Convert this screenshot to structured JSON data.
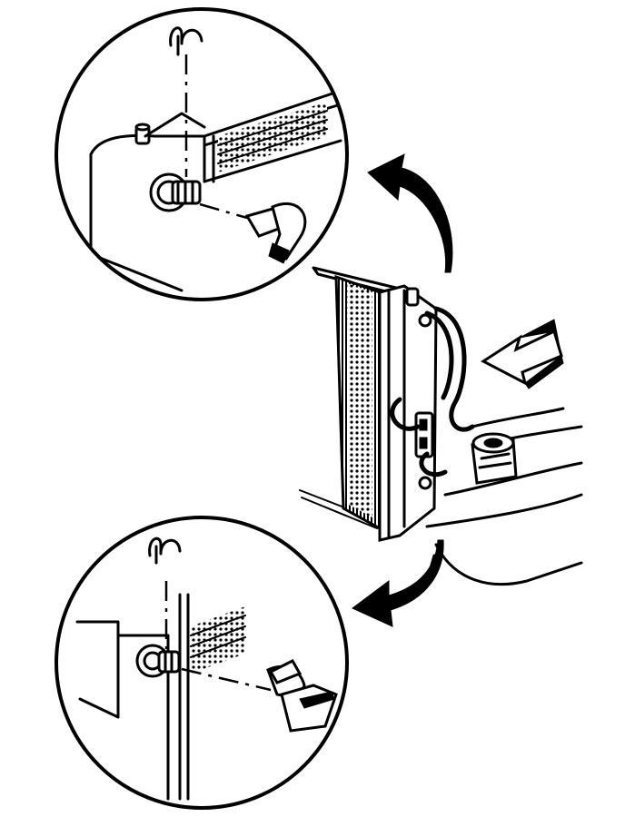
{
  "diagram": {
    "colors": {
      "ink": "#000000",
      "paper": "#ffffff"
    },
    "parts": [
      "upper-detail-callout",
      "lower-detail-callout",
      "radiator",
      "coolant-reservoir",
      "upper-hose-connector",
      "lower-hose-connector",
      "retaining-clip",
      "upper-removal-arrow",
      "lower-removal-arrow",
      "view-direction-arrow"
    ]
  }
}
